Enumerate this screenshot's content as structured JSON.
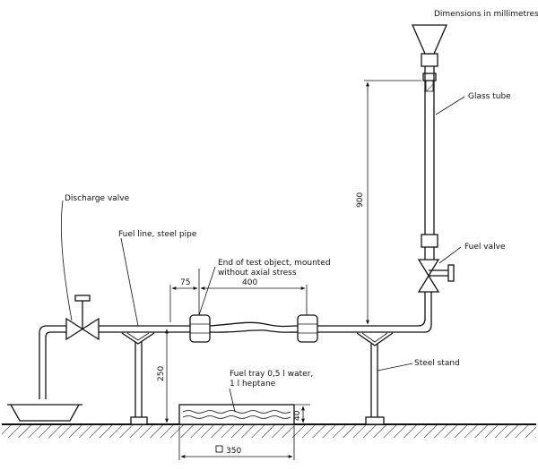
{
  "header": {
    "dimensions_note": "Dimensions in millimetres"
  },
  "labels": {
    "glass_tube": "Glass tube",
    "fuel_valve": "Fuel valve",
    "discharge_valve": "Discharge valve",
    "fuel_line": "Fuel line, steel pipe",
    "test_object_line1": "End of test object, mounted",
    "test_object_line2": "without axial stress",
    "steel_stand": "Steel stand",
    "fuel_tray_line1": "Fuel tray 0,5 l water,",
    "fuel_tray_line2": "1 l heptane"
  },
  "dimensions": {
    "vertical_tube_height": "900",
    "offset": "75",
    "object_length": "400",
    "pipe_height": "250",
    "tray_depth": "40",
    "tray_size": "350"
  }
}
